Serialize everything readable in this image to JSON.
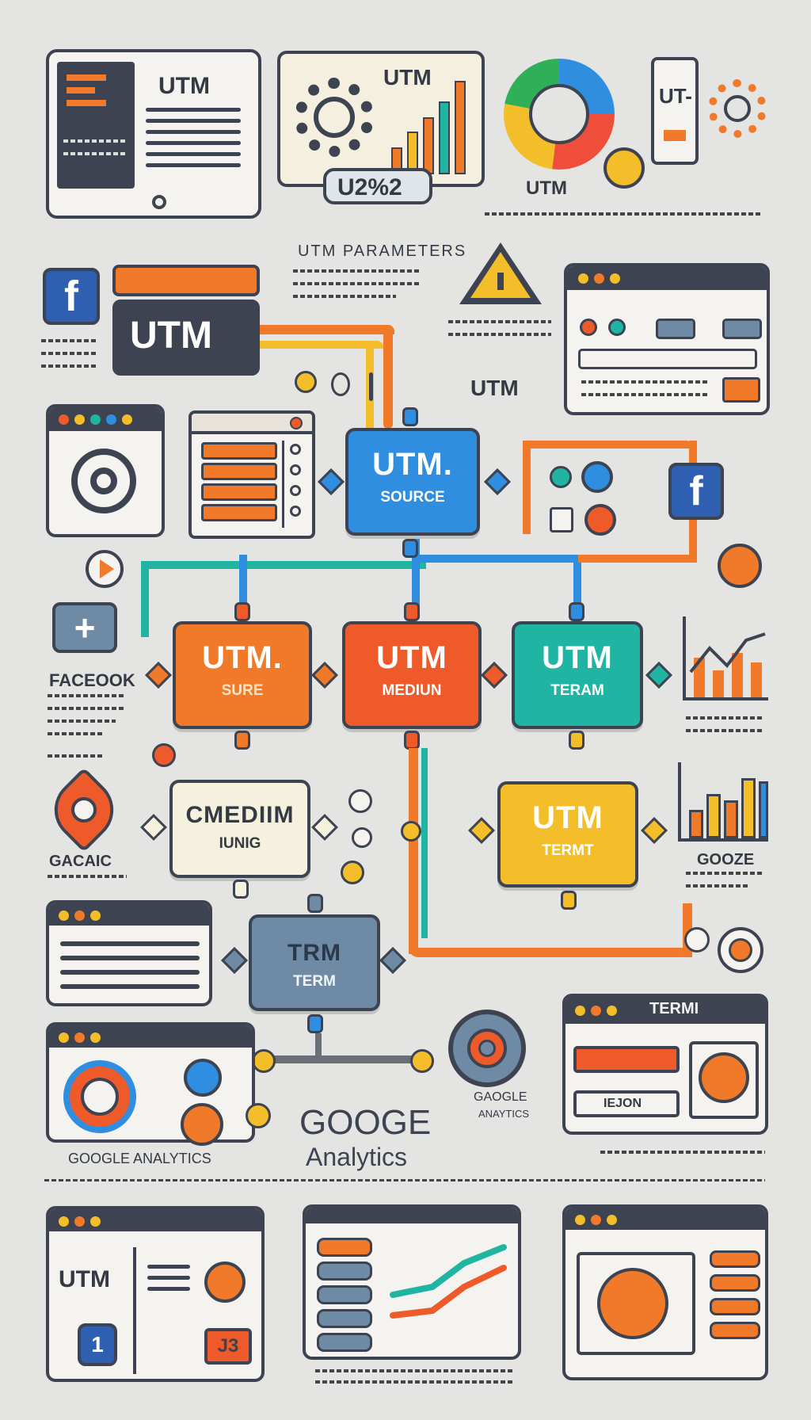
{
  "top": {
    "doc_label": "UTM",
    "chart_label": "UTM",
    "badge": "U2%2",
    "donut_label": "UTM",
    "tag_text": "UT-"
  },
  "params_heading": "UTM PARAMETERS",
  "side_utm_label": "UTM",
  "header_chip": "UTM",
  "nodes": {
    "source_main": {
      "title": "UTM.",
      "sub": "SOURCE"
    },
    "source_left": {
      "title": "UTM.",
      "sub": "SURE"
    },
    "medium": {
      "title": "UTM",
      "sub": "MEDIUN"
    },
    "term_teal": {
      "title": "UTM",
      "sub": "TERAM"
    },
    "medium_cream": {
      "title": "CMEDIIM",
      "sub": "IUNIG"
    },
    "term_yellow": {
      "title": "UTM",
      "sub": "TERMT"
    },
    "term_grey": {
      "title": "TRM",
      "sub": "TERM"
    }
  },
  "left_labels": {
    "facebook": "FACEOOK",
    "google_left": "GACAIC"
  },
  "right_labels": {
    "google_right": "GOOZE"
  },
  "analytics": {
    "logo_line1": "GOOGE",
    "logo_line2": "Analytics",
    "small_logo": "GAOGLE",
    "small_logo2": "ANAYTICS",
    "bottom_left": "GOOGLE  ANALYTICS"
  },
  "term_window": {
    "title": "TERMI",
    "row2": "IEJON"
  },
  "bottom": {
    "win1_label": "UTM",
    "num1": "1",
    "num2": "J3"
  },
  "icons": {
    "facebook": "facebook-icon",
    "warning": "warning-icon",
    "gear": "gear-icon",
    "search": "at-search-icon",
    "play": "play-icon",
    "plus": "plus-icon",
    "donut": "donut-chart-icon"
  },
  "colors": {
    "blue": "#2f8ee0",
    "orange": "#f07a2a",
    "red_orange": "#ef5a2a",
    "teal": "#1fb5a2",
    "yellow": "#f4be2a",
    "cream": "#f6f1df",
    "slate": "#6f8aa4",
    "dark": "#3d4350"
  }
}
